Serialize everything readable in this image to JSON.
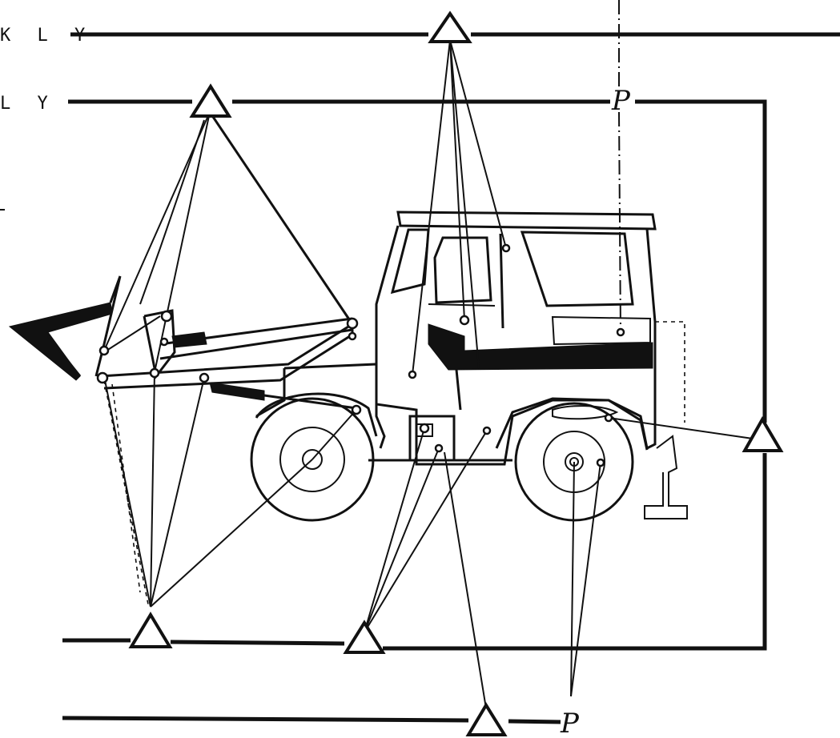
{
  "labels": {
    "top_rail": "K L Y",
    "second_rail": "L Y",
    "p_upper": "P",
    "p_lower": "P"
  },
  "colors": {
    "ink": "#111111",
    "paper": "#ffffff"
  },
  "icons": {
    "reference_marker": "triangle-marker-icon",
    "pivot": "pin-joint-icon"
  }
}
